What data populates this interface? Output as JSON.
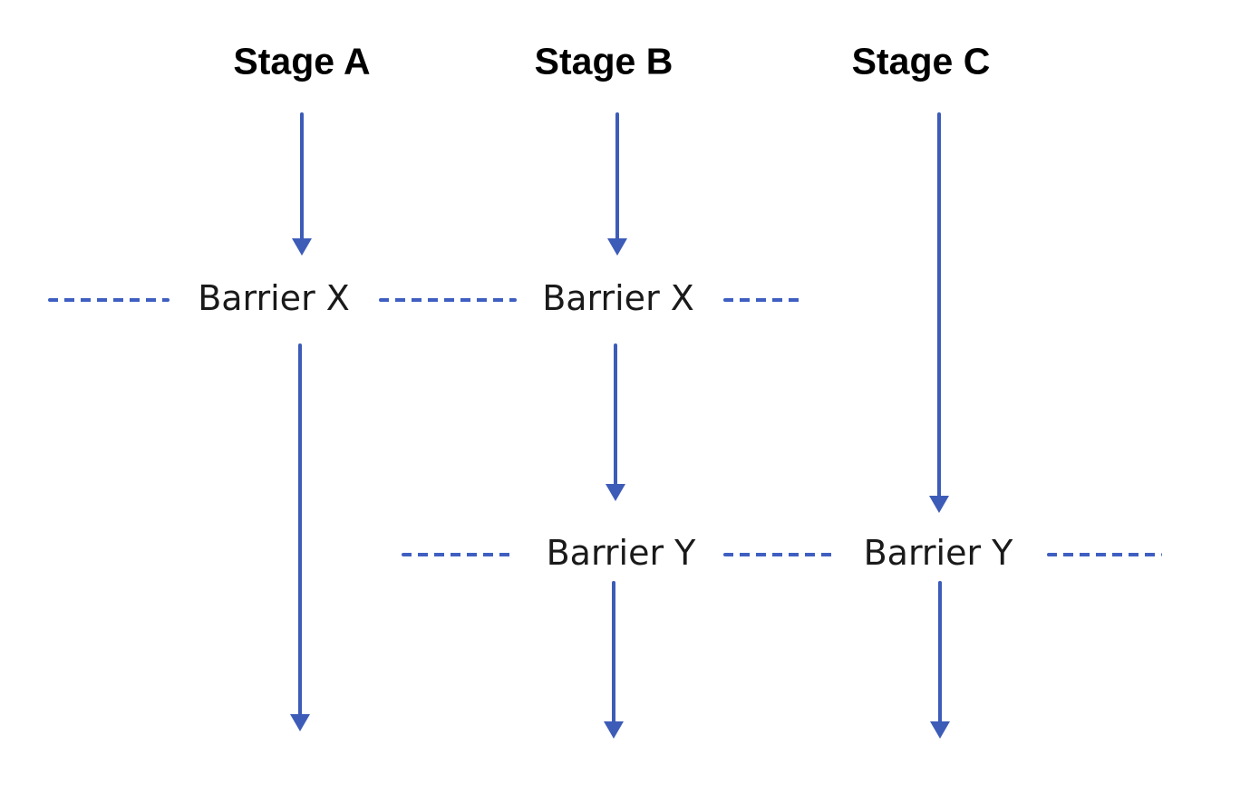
{
  "stages": [
    {
      "id": "A",
      "label": "Stage A"
    },
    {
      "id": "B",
      "label": "Stage B"
    },
    {
      "id": "C",
      "label": "Stage C"
    }
  ],
  "barriers": [
    {
      "id": "X1",
      "label": "Barrier X",
      "row": "X",
      "lane": "A"
    },
    {
      "id": "X2",
      "label": "Barrier X",
      "row": "X",
      "lane": "B"
    },
    {
      "id": "Y1",
      "label": "Barrier Y",
      "row": "Y",
      "lane": "B"
    },
    {
      "id": "Y2",
      "label": "Barrier Y",
      "row": "Y",
      "lane": "C"
    }
  ],
  "colors": {
    "arrow": "#3D5CB8",
    "dash": "#3E5FC1",
    "stage_text": "#000000",
    "barrier_text": "#1A1A1A",
    "background": "#FFFFFF"
  }
}
